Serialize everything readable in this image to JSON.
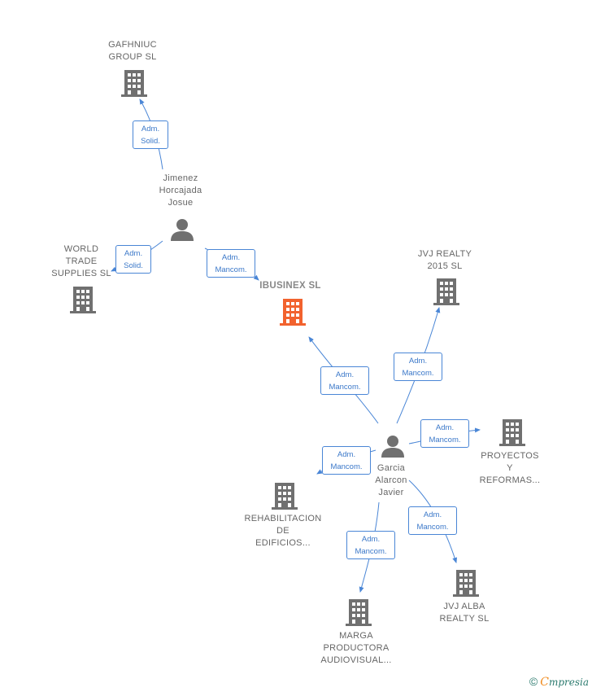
{
  "nodes": {
    "gafhniuc": "GAFHNIUC\nGROUP SL",
    "jimenez": "Jimenez\nHorcajada\nJosue",
    "world": "WORLD\nTRADE\nSUPPLIES SL",
    "ibusinex": "IBUSINEX  SL",
    "jvj2015": "JVJ REALTY\n2015  SL",
    "garcia": "Garcia\nAlarcon\nJavier",
    "proyectos": "PROYECTOS\nY\nREFORMAS...",
    "rehab": "REHABILITACION\nDE\nEDIFICIOS...",
    "marga": "MARGA\nPRODUCTORA\nAUDIOVISUAL...",
    "jvjalba": "JVJ ALBA\nREALTY SL"
  },
  "edges": {
    "e1": "Adm.\nSolid.",
    "e2": "Adm.\nSolid.",
    "e3": "Adm.\nMancom.",
    "e4": "Adm.\nMancom.",
    "e5": "Adm.\nMancom.",
    "e6": "Adm.\nMancom.",
    "e7": "Adm.\nMancom.",
    "e8": "Adm.\nMancom.",
    "e9": "Adm.\nMancom."
  },
  "footer": {
    "copyright": "©",
    "brand_first": "C",
    "brand_rest": "mpresia"
  },
  "colors": {
    "building": "#707070",
    "main_building": "#f2622e",
    "person": "#707070",
    "edge": "#4a86d6"
  }
}
